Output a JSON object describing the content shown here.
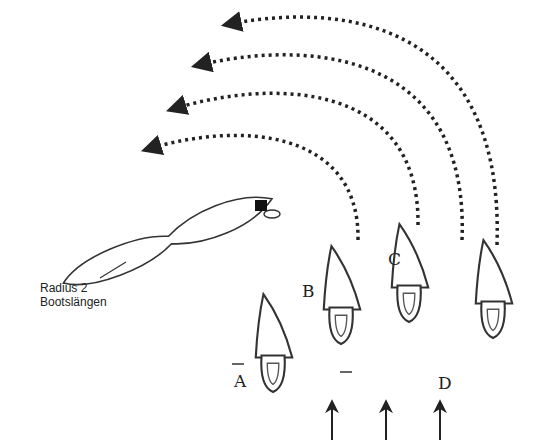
{
  "diagram": {
    "labels": [
      "Radius 2 Bootslängen",
      "A",
      "B",
      "C",
      "D"
    ]
  }
}
